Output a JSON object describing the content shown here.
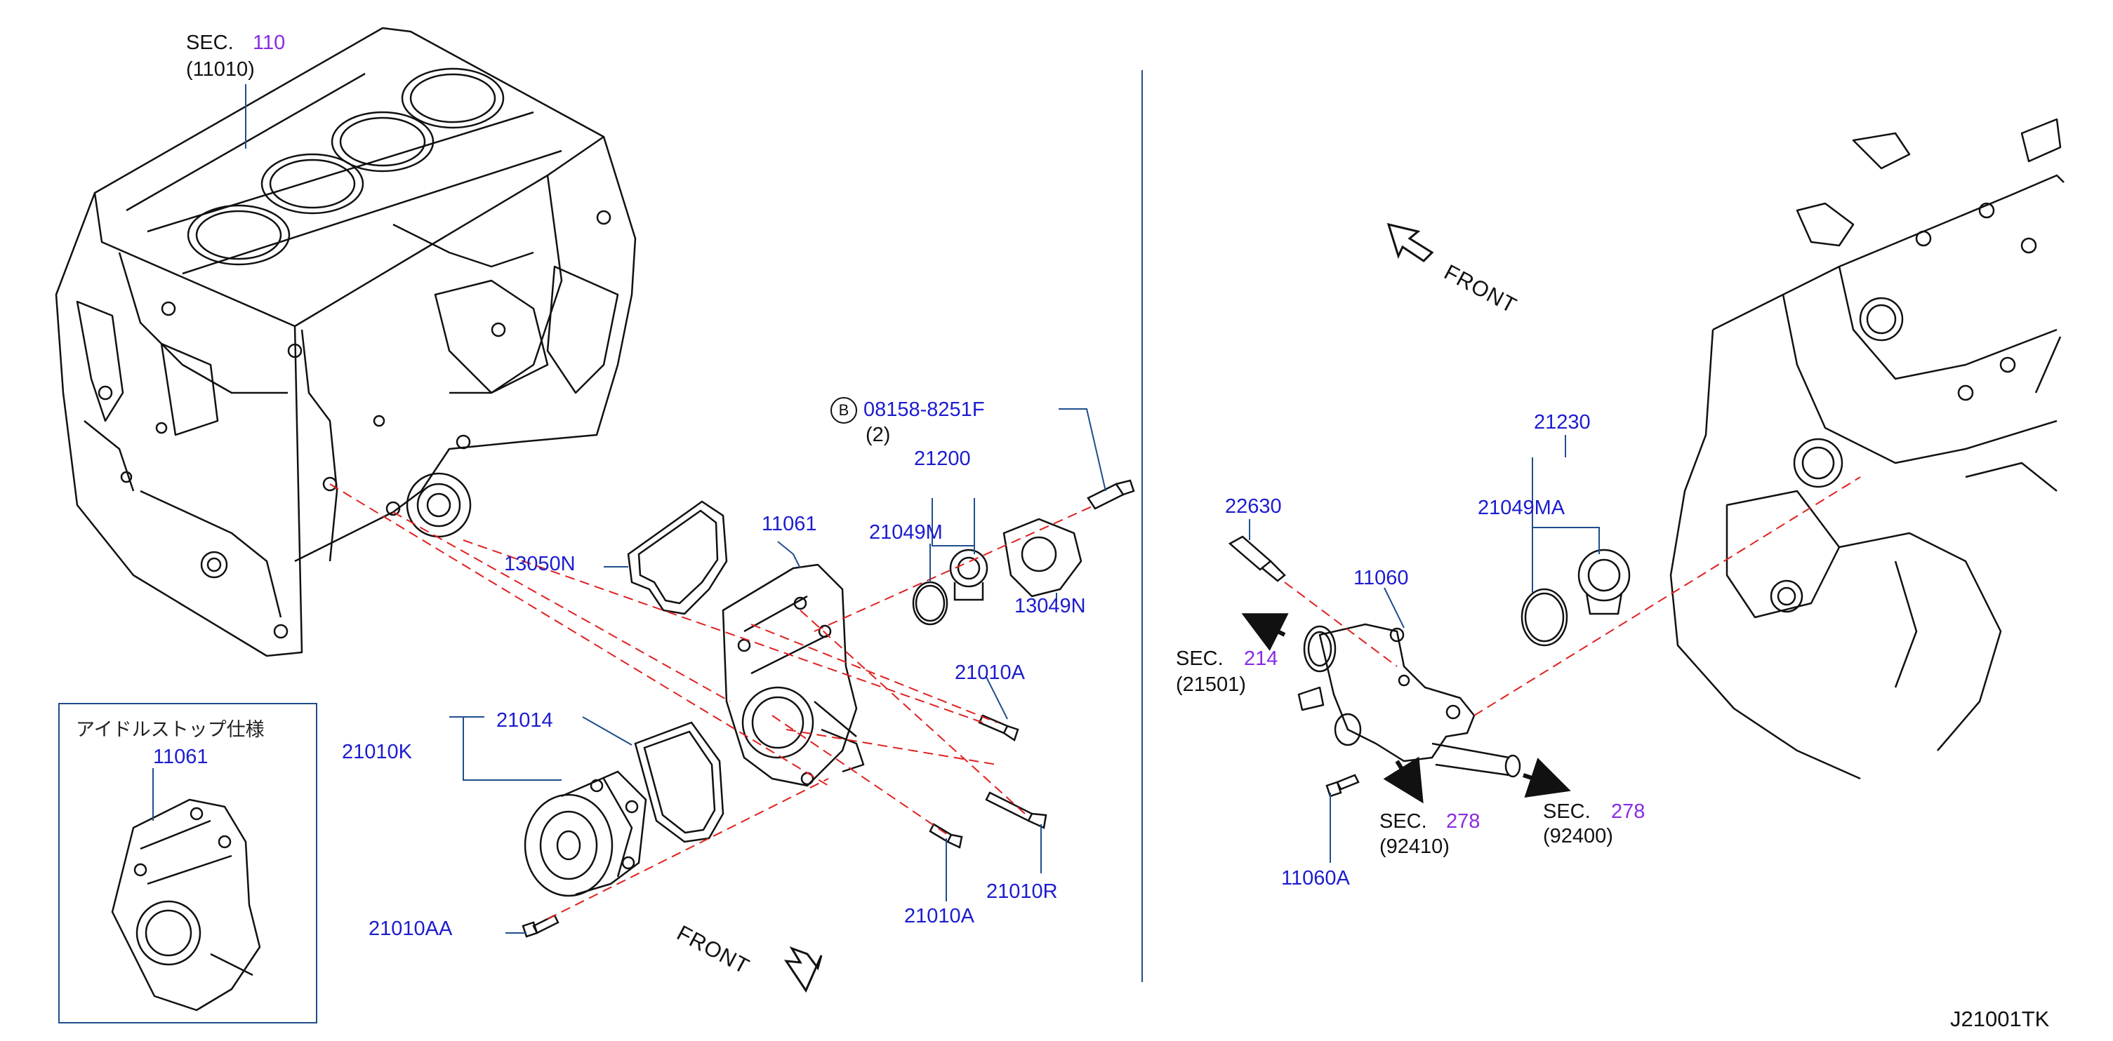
{
  "diagram_id": "J21001TK",
  "inset_title": "アイドルストップ仕様",
  "sections": [
    {
      "prefix": "SEC.",
      "number": "110",
      "code": "(11010)"
    },
    {
      "prefix": "SEC.",
      "number": "214",
      "code": "(21501)"
    },
    {
      "prefix": "SEC.",
      "number": "278",
      "code": "(92410)"
    },
    {
      "prefix": "SEC.",
      "number": "278",
      "code": "(92400)"
    }
  ],
  "front_label": "FRONT",
  "callout": {
    "badge": "B",
    "part": "08158-8251F",
    "qty": "(2)"
  },
  "parts": {
    "p11061": "11061",
    "p11061_inset": "11061",
    "p13050N": "13050N",
    "p21200": "21200",
    "p21049M": "21049M",
    "p13049N": "13049N",
    "p21010A_1": "21010A",
    "p21014": "21014",
    "p21010K": "21010K",
    "p21010AA": "21010AA",
    "p21010A_2": "21010A",
    "p21010R": "21010R",
    "p22630": "22630",
    "p21230": "21230",
    "p21049MA": "21049MA",
    "p11060": "11060",
    "p11060A": "11060A"
  },
  "colors": {
    "part_number": "#1c1cd0",
    "section_number": "#8a2be2",
    "leader": "#1f4e8c",
    "centerline": "#e02020",
    "outline": "#111111"
  }
}
